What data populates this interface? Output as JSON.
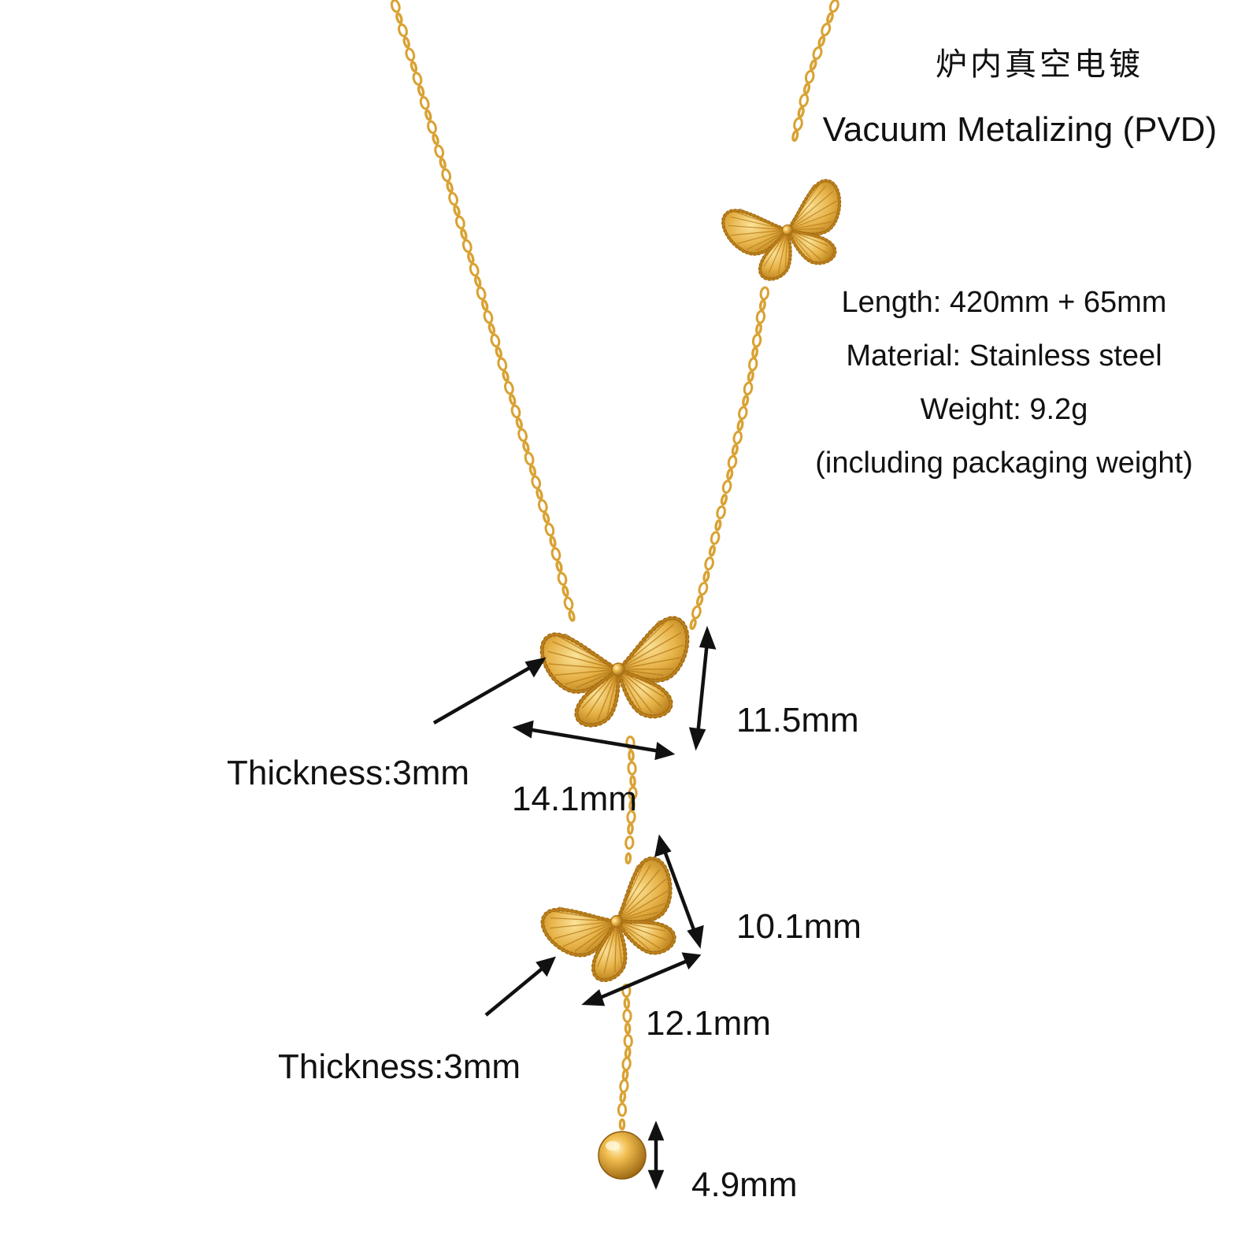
{
  "title_cn": "炉内真空电镀",
  "title_en": "Vacuum Metalizing (PVD)",
  "specs": {
    "length": "Length: 420mm + 65mm",
    "material": "Material: Stainless steel",
    "weight": "Weight: 9.2g",
    "weight_note": "(including packaging weight)"
  },
  "dimensions": {
    "large_butterfly_height": "11.5mm",
    "large_butterfly_width": "14.1mm",
    "large_butterfly_thickness": "Thickness:3mm",
    "small_butterfly_height": "10.1mm",
    "small_butterfly_width": "12.1mm",
    "small_butterfly_thickness": "Thickness:3mm",
    "bead_diameter": "4.9mm"
  },
  "colors": {
    "gold": "#d9a233",
    "gold_dark": "#a86f14",
    "gold_light": "#f7d27a",
    "text": "#111111",
    "background": "#ffffff"
  }
}
